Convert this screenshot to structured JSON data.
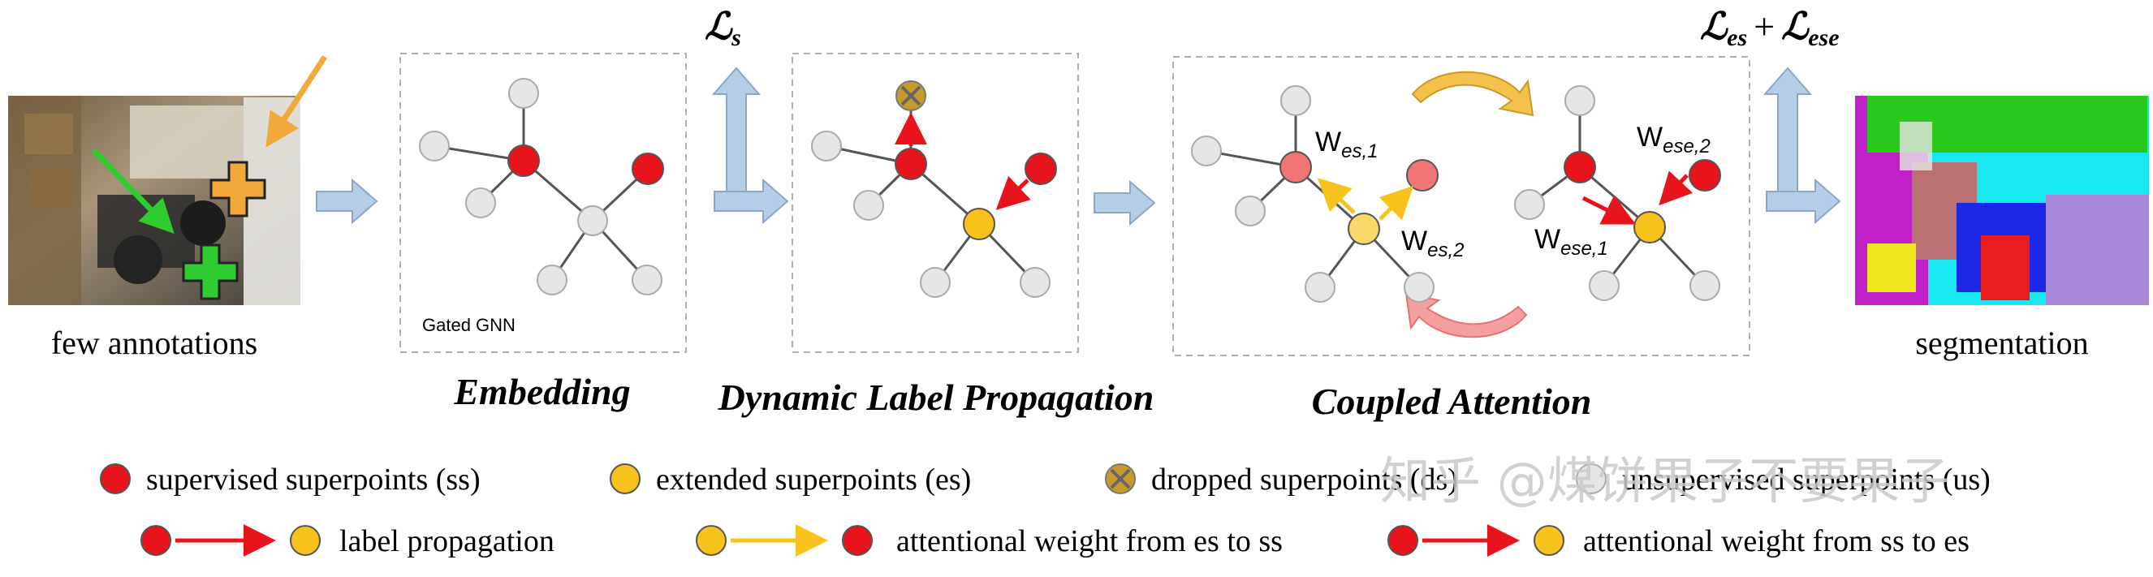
{
  "input_caption": "few annotations",
  "output_caption": "segmentation",
  "stages": {
    "embedding": "Embedding",
    "propagation": "Dynamic Label Propagation",
    "attention": "Coupled Attention"
  },
  "gnn_label": "Gated GNN",
  "losses": {
    "ls_main": "ℒ",
    "ls_sub": "s",
    "les_main": "ℒ",
    "les_sub": "es",
    "plus": "+",
    "lese_main": "ℒ",
    "lese_sub": "ese"
  },
  "weights": {
    "w_es1": "W",
    "w_es1_sub": "es,1",
    "w_es2": "W",
    "w_es2_sub": "es,2",
    "w_ese2": "W",
    "w_ese2_sub": "ese,2",
    "w_ese1": "W",
    "w_ese1_sub": "ese,1"
  },
  "legend": {
    "ss": "supervised superpoints (ss)",
    "es": "extended superpoints (es)",
    "ds": "dropped superpoints (ds)",
    "us": "unsupervised superpoints (us)",
    "label_prop": "label propagation",
    "es_to_ss": "attentional weight from es to ss",
    "ss_to_es": "attentional weight from ss to es"
  },
  "watermark": "知乎 @煤饼果子不要果子",
  "colors": {
    "supervised": "#e8141c",
    "extended": "#f8c21c",
    "dropped": "#c89a2c",
    "unsupervised": "#e6e6e6",
    "arrow_blue": "#b6cde6",
    "arrow_orange": "#f2a93c",
    "arrow_green": "#2ecc2e",
    "red_arrow": "#e8141c",
    "yellow_arrow": "#f8c21c",
    "pink_curve": "#e87070",
    "gold_curve": "#f4c24a"
  }
}
